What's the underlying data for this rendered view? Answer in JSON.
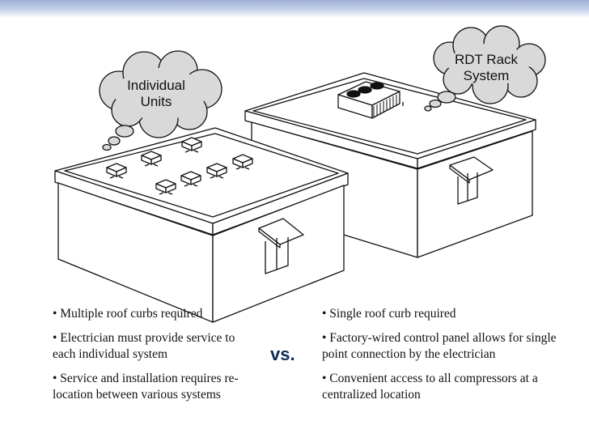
{
  "clouds": {
    "left": {
      "line1": "Individual",
      "line2": "Units"
    },
    "right": {
      "line1": "RDT Rack",
      "line2": "System"
    }
  },
  "left_bullets": [
    "• Multiple roof curbs required",
    "• Electrician must provide service to each individual system",
    "• Service and installation requires re-location between various systems"
  ],
  "right_bullets": [
    "• Single roof curb required",
    "• Factory-wired control panel allows for single point connection by the electrician",
    "• Convenient access to all compressors at a centralized location"
  ],
  "vs_label": "vs.",
  "colors": {
    "cloud_fill": "#d9d9d9",
    "vs_text": "#0f2a57",
    "header_band": "#9fb1d6"
  }
}
